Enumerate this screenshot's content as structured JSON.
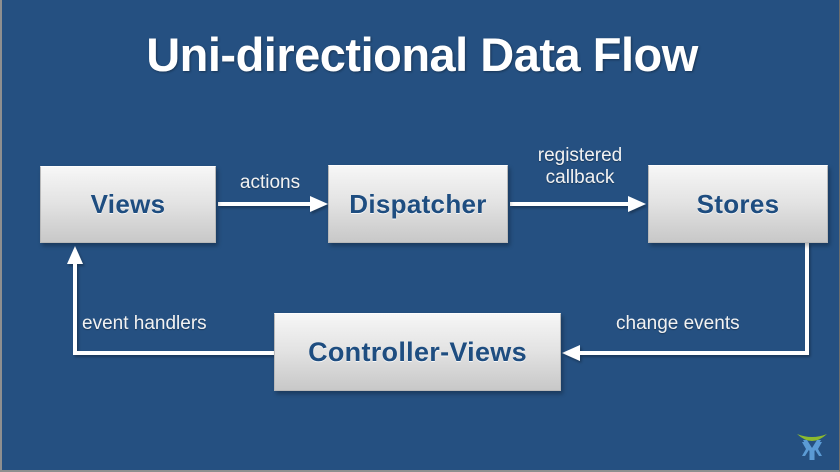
{
  "slide": {
    "title": "Uni-directional Data Flow",
    "background_color": "#255081",
    "title_color": "#ffffff",
    "box_text_color": "#1e4d80",
    "label_color": "#f2f2f2",
    "connector_color": "#ffffff"
  },
  "nodes": [
    {
      "id": "views",
      "label": "Views"
    },
    {
      "id": "dispatcher",
      "label": "Dispatcher"
    },
    {
      "id": "stores",
      "label": "Stores"
    },
    {
      "id": "controller",
      "label": "Controller-Views"
    }
  ],
  "edges": [
    {
      "id": "actions",
      "label": "actions",
      "from": "views",
      "to": "dispatcher",
      "direction": "right"
    },
    {
      "id": "registered",
      "label": "registered\ncallback",
      "from": "dispatcher",
      "to": "stores",
      "direction": "right"
    },
    {
      "id": "change",
      "label": "change events",
      "from": "stores",
      "to": "controller",
      "direction": "down-left"
    },
    {
      "id": "eventh",
      "label": "event handlers",
      "from": "controller",
      "to": "views",
      "direction": "left-up"
    }
  ],
  "logo": {
    "name": "brand-logo",
    "arc_color": "#8cba2d",
    "figure_color": "#5b9bd5"
  }
}
